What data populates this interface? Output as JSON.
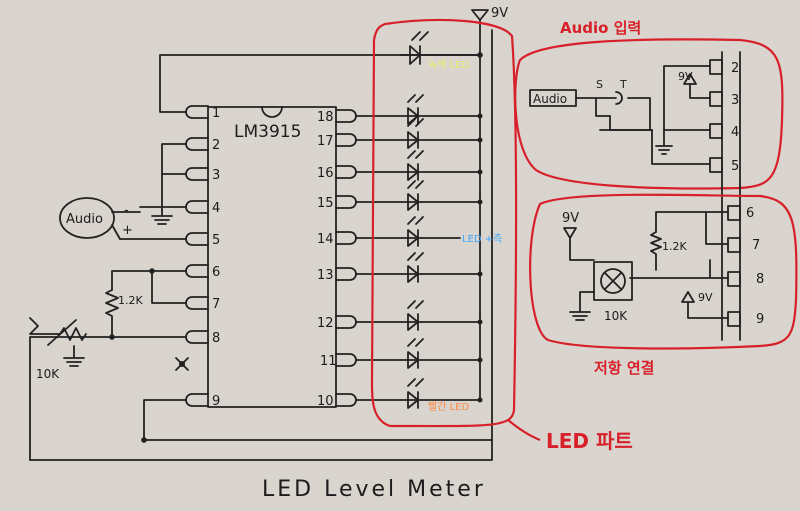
{
  "power_label": "9V",
  "chip": {
    "name": "LM3915",
    "left_pins": [
      "1",
      "2",
      "3",
      "4",
      "5",
      "6",
      "7",
      "8",
      "9"
    ],
    "right_pins": [
      "18",
      "17",
      "16",
      "15",
      "14",
      "13",
      "12",
      "11",
      "10"
    ]
  },
  "audio_label": "Audio",
  "polarity": {
    "minus": "-",
    "plus": "+"
  },
  "resistor_label": "1.2K",
  "pot_label": "10K",
  "led_part": {
    "green_led": "녹색 LED",
    "plus_label": "LED +측",
    "red_led": "빨간 LED",
    "section_title": "LED 파트"
  },
  "audio_input": {
    "title": "Audio 입력",
    "jack_label": "Audio",
    "s_label": "S",
    "t_label": "T",
    "pins": [
      "2",
      "3",
      "4",
      "5"
    ],
    "supply_label": "9V"
  },
  "resistor_section": {
    "title": "저항 연결",
    "supply_label": "9V",
    "resistor_label": "1.2K",
    "pot_label": "10K",
    "pins": [
      "6",
      "7",
      "8",
      "9"
    ],
    "pin9_supply": "9V"
  },
  "footer_title": "LED Level Meter"
}
